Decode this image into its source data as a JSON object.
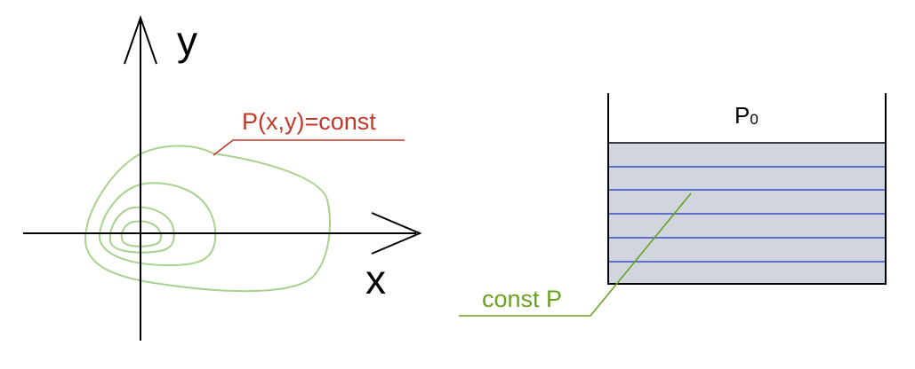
{
  "left_panel": {
    "y_axis_label": "y",
    "x_axis_label": "x",
    "contour_label": "P(x,y)=const"
  },
  "right_panel": {
    "top_pressure_label": "P0",
    "isobar_label": "const P",
    "isobar_count": 5
  },
  "colors": {
    "axis": "#000000",
    "contour": "#a9d18e",
    "contour_label": "#c0392b",
    "liquid_fill": "#d0d5de",
    "isobar": "#3b4cc0",
    "isobar_label": "#6aa121"
  }
}
